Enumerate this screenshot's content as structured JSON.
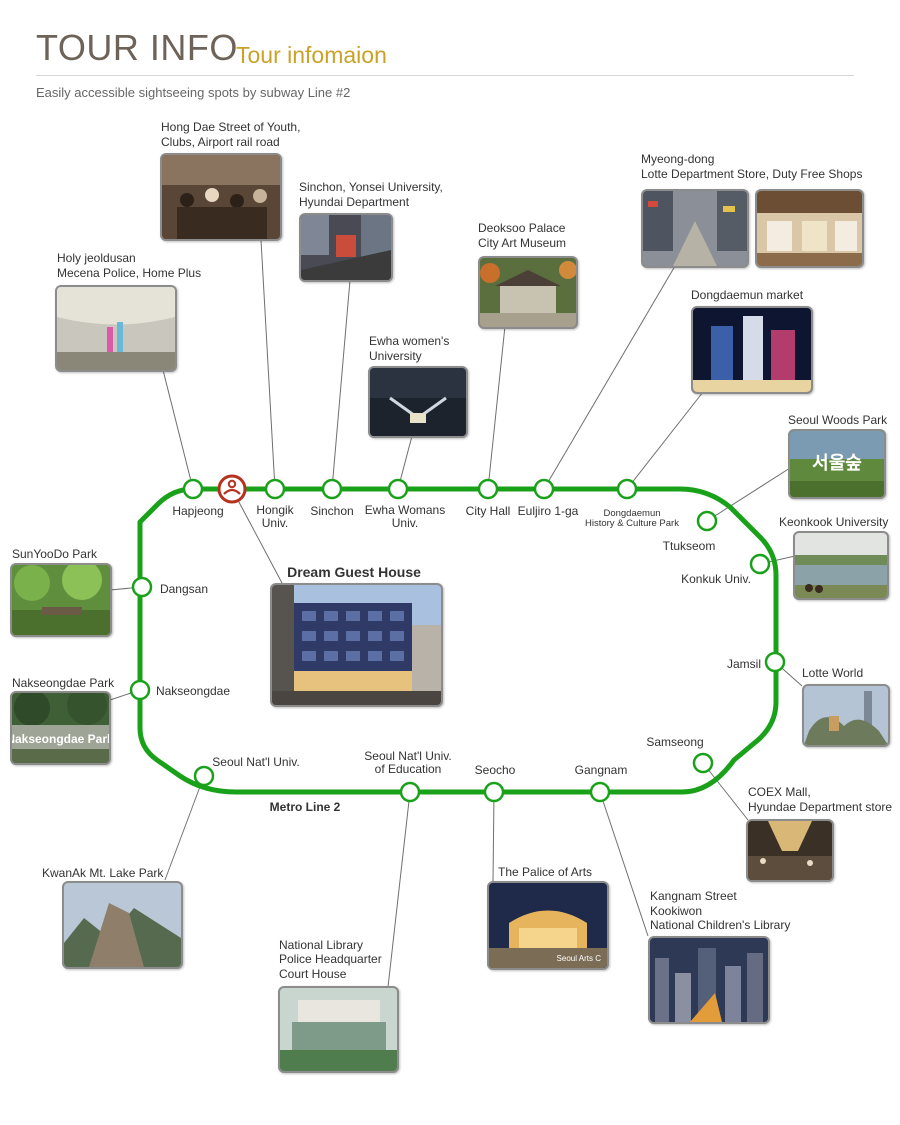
{
  "header": {
    "title": "TOUR INFO",
    "subtitle": "Tour infomaion",
    "description": "Easily accessible sightseeing spots by subway Line #2"
  },
  "line": {
    "name": "Metro Line 2",
    "color": "#1aa11a"
  },
  "hotel": {
    "name": "Dream Guest House",
    "marker_color": "#b5321f"
  },
  "stations": {
    "hapjeong": "Hapjeong",
    "hongik": [
      "Hongik",
      "Univ."
    ],
    "sinchon": "Sinchon",
    "ewha": [
      "Ewha Womans",
      "Univ."
    ],
    "cityhall": "City Hall",
    "euljiro": "Euljiro 1-ga",
    "ddp": [
      "Dongdaemun",
      "History & Culture Park"
    ],
    "ttukseom": "Ttukseom",
    "konkuk": "Konkuk Univ.",
    "jamsil": "Jamsil",
    "samseong": "Samseong",
    "gangnam": "Gangnam",
    "seocho": "Seocho",
    "snue": [
      "Seoul Nat'l Univ.",
      "of Education"
    ],
    "snu": "Seoul Nat'l Univ.",
    "nakseongdae": "Nakseongdae",
    "dangsan": "Dangsan"
  },
  "spots": {
    "hongdae": [
      "Hong Dae Street of Youth,",
      "Clubs, Airport rail road"
    ],
    "sinchon": [
      "Sinchon, Yonsei University,",
      "Hyundai Department"
    ],
    "holy": [
      "Holy jeoldusan",
      "Mecena Police, Home Plus"
    ],
    "ewha": [
      "Ewha women's",
      "University"
    ],
    "deoksoo": [
      "Deoksoo Palace",
      "City Art Museum"
    ],
    "myeongdong": [
      "Myeong-dong",
      "Lotte Department Store, Duty Free Shops"
    ],
    "dongdaemun": "Dongdaemun market",
    "seoulwoods": "Seoul Woods Park",
    "seoulwoods_sign": "서울숲",
    "keonkook": "Keonkook University",
    "lotteworld": "Lotte World",
    "coex": [
      "COEX Mall,",
      "Hyundae Department store"
    ],
    "kangnam": [
      "Kangnam Street",
      "Kookiwon",
      "National Children's Library"
    ],
    "palice": "The Palice of Arts",
    "palice_sign": "Seoul Arts C",
    "library": [
      "National Library",
      "Police Headquarter",
      "Court House"
    ],
    "kwanak": "KwanAk Mt. Lake Park",
    "nakseongdae": "Nakseongdae Park",
    "nakseongdae_sign": "Nakseongdae Park",
    "sunyoodo": "SunYooDo Park"
  }
}
